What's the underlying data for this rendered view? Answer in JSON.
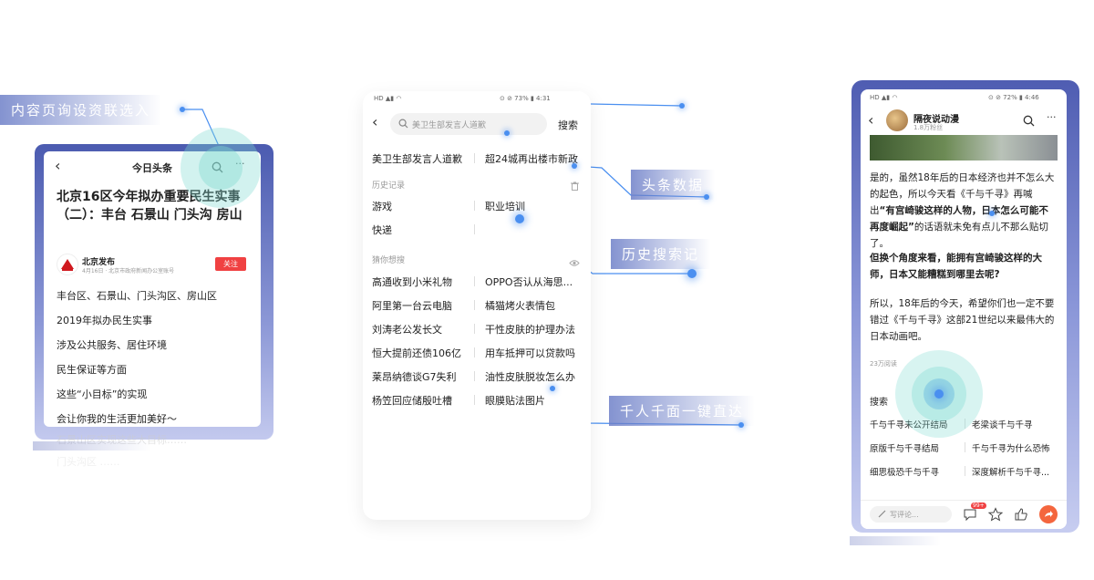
{
  "callouts": {
    "content_page": "内容页询设资联选入",
    "toutiao_data": "头条数据",
    "history_search": "历史搜索记",
    "personalized": "千人千面一键直达"
  },
  "phone1": {
    "app_title": "今日头条",
    "back": "‹",
    "more": "···",
    "headline": "北京16区今年拟办重要民生实事（二）：丰台 石景山 门头沟 房山",
    "author": "北京发布",
    "author_meta": "4月16日 · 北京市政府新闻办公室账号",
    "follow": "关注",
    "paragraphs": [
      "丰台区、石景山、门头沟区、房山区",
      "2019年拟办民生实事",
      "涉及公共服务、居住环境",
      "民生保证等方面",
      "这些“小目标”的实现",
      "会让你我的生活更加美好～"
    ],
    "faded_lines": [
      "石景山区实现这些大目标……",
      "门头沟区 ……"
    ]
  },
  "phone2": {
    "status_left": "HD ▲▮ ◠",
    "status_right": "⊙ ⊘ 73% ▮ 4:31",
    "search_placeholder": "美卫生部发言人道歉",
    "search_button": "搜索",
    "top_items": [
      "美卫生部发言人道歉",
      "超24城再出楼市新政"
    ],
    "history_label": "历史记录",
    "history_items": [
      "游戏",
      "职业培训",
      "快递"
    ],
    "guess_label": "猜你想搜",
    "guess_items": [
      [
        "高通收到小米礼物",
        "OPPO否认从海思..."
      ],
      [
        "阿里第一台云电脑",
        "橘猫烤火表情包"
      ],
      [
        "刘涛老公发长文",
        "干性皮肤的护理办法"
      ],
      [
        "恒大提前还债106亿",
        "用车抵押可以贷款吗"
      ],
      [
        "莱昂纳德谈G7失利",
        "油性皮肤脱妆怎么办"
      ],
      [
        "杨笠回应储殷吐槽",
        "眼膜贴法图片"
      ]
    ]
  },
  "phone3": {
    "status_left": "HD ▲▮ ◠",
    "status_right": "⊙ ⊘ 72% ▮ 4:46",
    "author": "隔夜说动漫",
    "fans": "1.8万粉丝",
    "para1_a": "是的，虽然18年后的日本经济也并不怎么大的起色，所以今天看《千与千寻》再喊出",
    "para1_bold": "“有宫崎骏这样的人物，日本怎么可能不再度崛起”",
    "para1_b": "的话语就未免有点儿不那么贴切了。",
    "para2": "但换个角度来看，能拥有宫崎骏这样的大师，日本又能糟糕到哪里去呢?",
    "para3": "所以，18年后的今天，希望你们也一定不要错过《千与千寻》这部21世纪以来最伟大的日本动画吧。",
    "reads": "23万阅读",
    "search_label": "搜索",
    "search_items": [
      [
        "千与千寻未公开结局",
        "老梁谈千与千寻"
      ],
      [
        "原版千与千寻结局",
        "千与千寻为什么恐怖"
      ],
      [
        "细思极恐千与千寻",
        "深度解析千与千寻..."
      ]
    ],
    "comment_placeholder": "写评论...",
    "badge": "99+"
  },
  "colors": {
    "accent": "#4a8ff0",
    "frame": "#5a68b8",
    "follow": "#f04142",
    "highlight": "#7fd9d0"
  }
}
